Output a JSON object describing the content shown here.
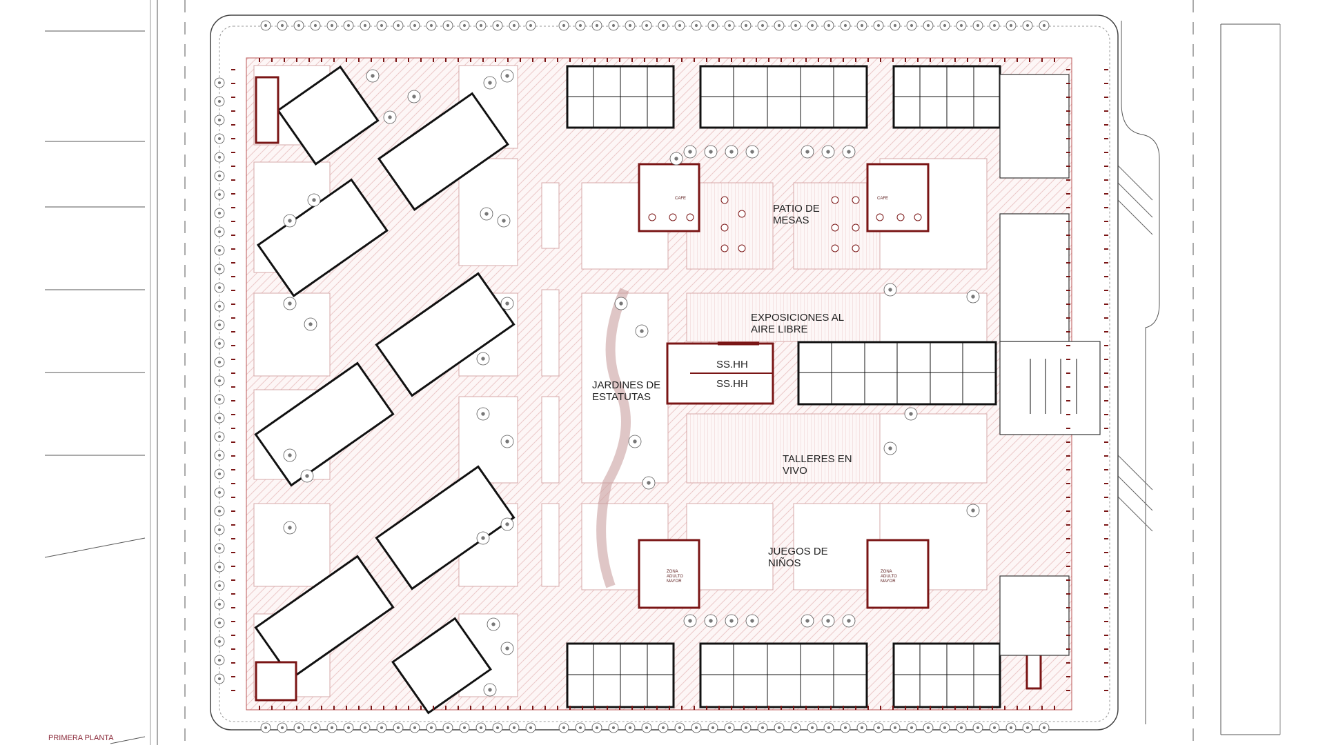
{
  "drawing_title": "PRIMERA PLANTA",
  "zones": {
    "patio_mesas": [
      "PATIO DE",
      "MESAS"
    ],
    "exposiciones": [
      "EXPOSICIONES AL",
      "AIRE LIBRE"
    ],
    "sshh_1": "SS.HH",
    "sshh_2": "SS.HH",
    "jardines": [
      "JARDINES DE",
      "ESTATUTAS"
    ],
    "talleres": [
      "TALLERES EN",
      "VIVO"
    ],
    "juegos": [
      "JUEGOS DE",
      "NIÑOS"
    ],
    "cafe_left": "CAFE",
    "cafe_right": "CAFE",
    "zona_left": [
      "ZONA",
      "ADULTO",
      "MAYOR"
    ],
    "zona_right": [
      "ZONA",
      "ADULTO",
      "MAYOR"
    ]
  },
  "colors": {
    "wall": "#7a1515",
    "line": "#333333",
    "hatch": "#e8c8c8",
    "plaza": "#fbf3f3"
  }
}
